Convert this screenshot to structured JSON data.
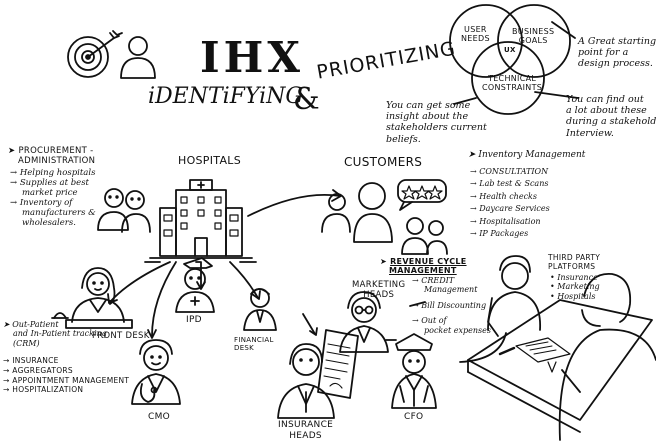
{
  "title": {
    "main": "IHX",
    "line1": "iDENTiFYiNG",
    "amp": "&",
    "line2": "PRIORITIZING"
  },
  "venn": {
    "circle1": [
      "USER",
      "NEEDS"
    ],
    "circle2": [
      "BUSINESS",
      "GOALS"
    ],
    "circle3": [
      "TECHNICAL",
      "CONSTRAINTS"
    ],
    "center": "UX",
    "note_right_top": [
      "A Great starting",
      "point for a",
      "design process."
    ],
    "note_left": [
      "You can get some",
      "insight about the",
      "stakeholders current",
      "beliefs."
    ],
    "note_right": [
      "You can find out",
      "a lot about these",
      "during a stakeholder",
      "Interview."
    ]
  },
  "procurement": {
    "heading": [
      "PROCUREMENT -",
      "ADMINISTRATION"
    ],
    "items": [
      "Helping hospitals",
      "Supplies at best",
      "market price",
      "Inventory of",
      "manufacturers &",
      "wholesalers."
    ]
  },
  "hospitals": {
    "label": "HOSPITALS"
  },
  "customers": {
    "label": "CUSTOMERS",
    "list_heading": "Inventory Management",
    "items": [
      "CONSULTATION",
      "Lab test & Scans",
      "Health checks",
      "Daycare Services",
      "Hospitalisation",
      "IP Packages"
    ]
  },
  "revenue": {
    "heading": [
      "REVENUE CYCLE",
      "MANAGEMENT"
    ],
    "marketing": [
      "MARKETING",
      "HEADS"
    ],
    "items": [
      "CREDIT",
      "Management",
      "Bill Discounting",
      "Out of",
      "pocket expenses"
    ]
  },
  "third_party": {
    "heading": [
      "THIRD PARTY",
      "PLATFORMS"
    ],
    "items": [
      "Insurance",
      "Marketing",
      "Hospitals"
    ]
  },
  "front_desk": {
    "label": "FRONT DESK",
    "items": [
      "Out-Patient",
      "and In-Patient tracking",
      "(CRM)",
      "INSURANCE",
      "AGGREGATORS",
      "APPOINTMENT MANAGEMENT",
      "HOSPITALIZATION"
    ]
  },
  "ipd": {
    "label": "IPD"
  },
  "financial_desk": {
    "label": [
      "FINANCIAL",
      "DESK"
    ]
  },
  "cmo": {
    "label": "CMO"
  },
  "insurance": {
    "label": [
      "INSURANCE",
      "HEADS"
    ]
  },
  "cfo": {
    "label": "CFO"
  },
  "icons": [
    "target-icon",
    "person-icon",
    "hospital-building-icon",
    "people-pair-icon",
    "customers-group-icon",
    "rating-bubble-icon",
    "receptionist-icon",
    "nurse-icon",
    "financial-person-icon",
    "doctor-icon",
    "insurance-head-icon",
    "document-icon",
    "marketing-head-icon",
    "police-officer-icon",
    "meeting-table-icon"
  ],
  "colors": {
    "ink": "#111111",
    "paper": "#ffffff"
  }
}
